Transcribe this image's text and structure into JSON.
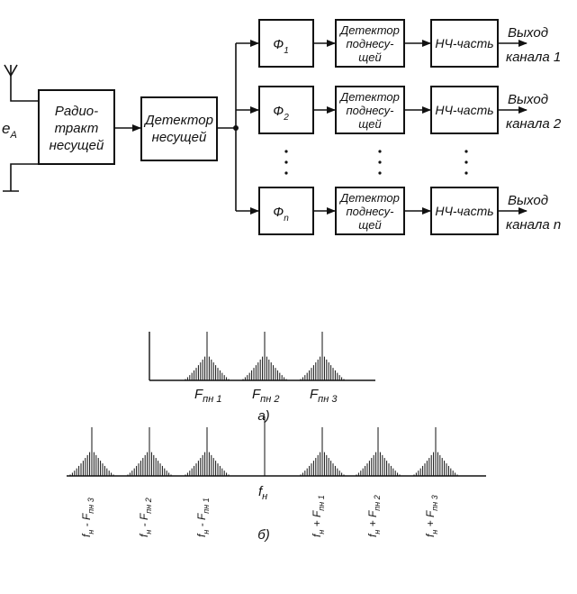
{
  "block_diagram": {
    "antenna_label": "e",
    "antenna_label_sub": "A",
    "radio_tract": [
      "Радио-",
      "тракт",
      "несущей"
    ],
    "carrier_detector": [
      "Детектор",
      "несущей"
    ],
    "channels": [
      {
        "filter": "Ф",
        "filter_sub": "1",
        "subcarrier_detector": [
          "Детектор",
          "поднесу-",
          "щей"
        ],
        "lf_part": "НЧ-часть",
        "output": [
          "Выход",
          "канала 1"
        ]
      },
      {
        "filter": "Ф",
        "filter_sub": "2",
        "subcarrier_detector": [
          "Детектор",
          "поднесу-",
          "щей"
        ],
        "lf_part": "НЧ-часть",
        "output": [
          "Выход",
          "канала 2"
        ]
      },
      {
        "filter": "Ф",
        "filter_sub": "n",
        "subcarrier_detector": [
          "Детектор",
          "поднесу-",
          "щей"
        ],
        "lf_part": "НЧ-часть",
        "output": [
          "Выход",
          "канала n"
        ]
      }
    ]
  },
  "spectrum_a": {
    "caption": "a)",
    "labels": [
      {
        "main": "F",
        "sub": "пн 1"
      },
      {
        "main": "F",
        "sub": "пн 2"
      },
      {
        "main": "F",
        "sub": "пн 3"
      }
    ]
  },
  "spectrum_b": {
    "caption": "б)",
    "carrier_label": {
      "main": "f",
      "sub": "н"
    },
    "labels": [
      {
        "text": "f",
        "sub": "н",
        "rest": " - F",
        "rest_sub": "пн 3"
      },
      {
        "text": "f",
        "sub": "н",
        "rest": " - F",
        "rest_sub": "пн 2"
      },
      {
        "text": "f",
        "sub": "н",
        "rest": " - F",
        "rest_sub": "пн 1"
      },
      {
        "text": "f",
        "sub": "н",
        "rest": " + F",
        "rest_sub": "пн 1"
      },
      {
        "text": "f",
        "sub": "н",
        "rest": " + F",
        "rest_sub": "пн 2"
      },
      {
        "text": "f",
        "sub": "н",
        "rest": " + F",
        "rest_sub": "пн 3"
      }
    ]
  }
}
